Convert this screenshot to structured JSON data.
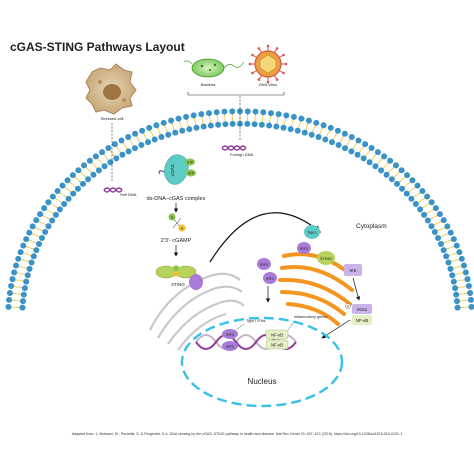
{
  "title": "cGAS-STING Pathways Layout",
  "labels": {
    "stressed_cell": "Stressed cell",
    "self_dna": "Self DNA",
    "bacteria": "Bacteria",
    "dna_virus": "DNA Virus",
    "foreign_dna": "Foreign DNA",
    "cgas": "cGAS",
    "gtp": "GTP",
    "atp": "ATP",
    "complex": "ds-DNA–cGAS complex",
    "g": "G",
    "a": "A",
    "cgamp": "2'3'- cGAMP",
    "sting": "STING",
    "cytoplasm": "Cytoplasm",
    "tbk1": "TBK1",
    "irf3": "IRF3",
    "sting_golgi": "STING",
    "ikk": "IKK",
    "ikka": "IKKα",
    "nfkb": "NF-κB",
    "type_ifns": "Type I IFNs",
    "inflammatory_genes": "Inflammatory genes",
    "nucleus": "Nucleus",
    "p": "P"
  },
  "footer": "Adapted from: 1. Motwani, M., Pesiridis, S. & Fitzgerald, K.A. DNA sensing by the cGAS–STING pathway in health and disease. Nat Rev Genet 20, 657–674 (2019). https://doi.org/10.1038/s41576-019-0151-1",
  "colors": {
    "membrane_head": "#3a93c8",
    "membrane_tail": "#f2c230",
    "cgas": "#5ecbc4",
    "gtp": "#8bc34a",
    "sting": "#b8d35c",
    "irf3": "#a87bd8",
    "nfkb": "#e4efc6",
    "golgi": "#f3951f",
    "nucleus_border": "#38c0e8",
    "dna": "#8f3c9a"
  }
}
